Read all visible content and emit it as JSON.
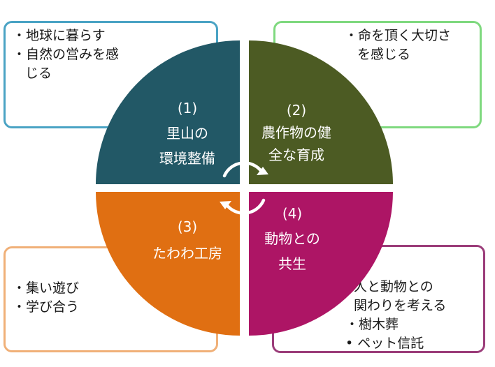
{
  "colors": {
    "q1": "#225866",
    "q2": "#4c5b23",
    "q3": "#e06f12",
    "q4": "#ad1565",
    "box_tl_border": "#4aa3c4",
    "box_tr_border": "#7fd97f",
    "box_bl_border": "#f0b078",
    "box_br_border": "#9b3d7a"
  },
  "quadrants": [
    {
      "number": "(1)",
      "lines": [
        "里山の",
        "環境整備"
      ]
    },
    {
      "number": "(2)",
      "lines": [
        "農作物の健",
        "全な育成"
      ]
    },
    {
      "number": "(3)",
      "lines": [
        "たわわ工房"
      ]
    },
    {
      "number": "(4)",
      "lines": [
        "動物との",
        "共生"
      ]
    }
  ],
  "boxes": {
    "top_left": {
      "lines": [
        "・地球に暮らす",
        "・自然の営みを感",
        "じる"
      ]
    },
    "top_right": {
      "lines": [
        "・命を頂く大切さ",
        "を感じる"
      ]
    },
    "bottom_left": {
      "lines": [
        "・集い遊び",
        "・学び合う"
      ]
    },
    "bottom_right": {
      "lines": [
        "人と動物との",
        "関わりを考える",
        "・樹木葬",
        "• ペット信託"
      ]
    }
  }
}
